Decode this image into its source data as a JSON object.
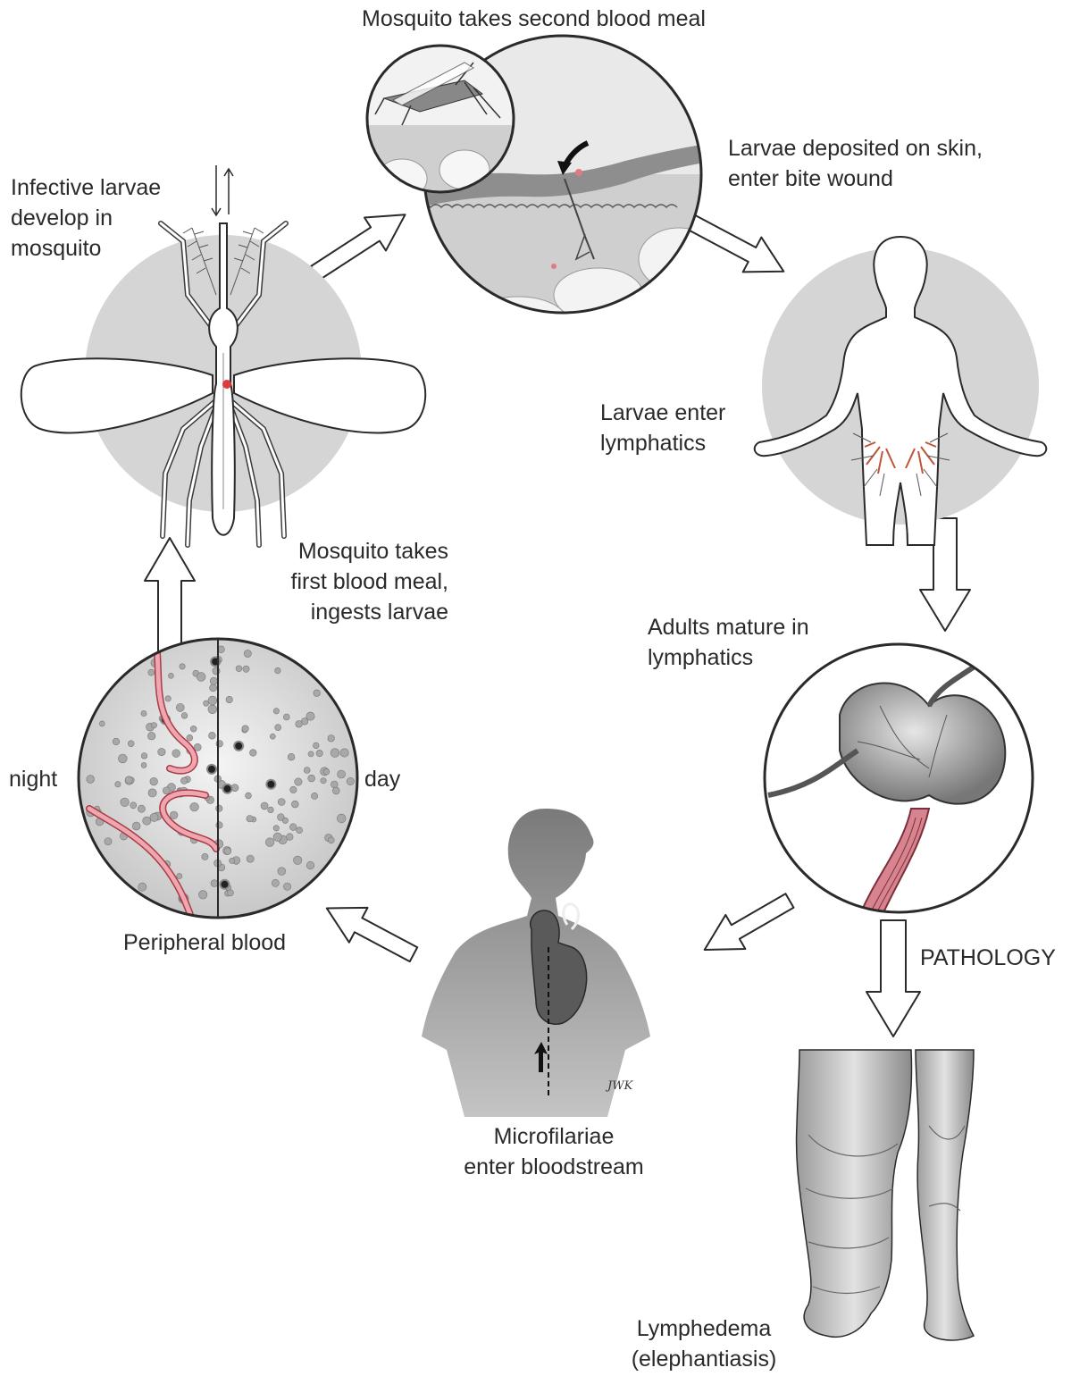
{
  "labels": {
    "second_meal": "Mosquito takes second blood meal",
    "infective_1": "Infective larvae",
    "infective_2": "develop in",
    "infective_3": "mosquito",
    "deposited_1": "Larvae deposited on skin,",
    "deposited_2": "enter bite wound",
    "enter_lymph_1": "Larvae enter",
    "enter_lymph_2": "lymphatics",
    "first_meal_1": "Mosquito takes",
    "first_meal_2": "first blood meal,",
    "first_meal_3": "ingests larvae",
    "adults_1": "Adults mature in",
    "adults_2": "lymphatics",
    "night": "night",
    "day": "day",
    "peripheral": "Peripheral blood",
    "pathology": "PATHOLOGY",
    "micro_1": "Microfilariae",
    "micro_2": "enter bloodstream",
    "lymphedema_1": "Lymphedema",
    "lymphedema_2": "(elephantiasis)"
  },
  "colors": {
    "worm": "#d9707a",
    "worm_outline": "#a83c48",
    "disc_gray": "#d5d5d5",
    "body_gray": "#8a8a8a",
    "outline": "#2a2a2a"
  }
}
